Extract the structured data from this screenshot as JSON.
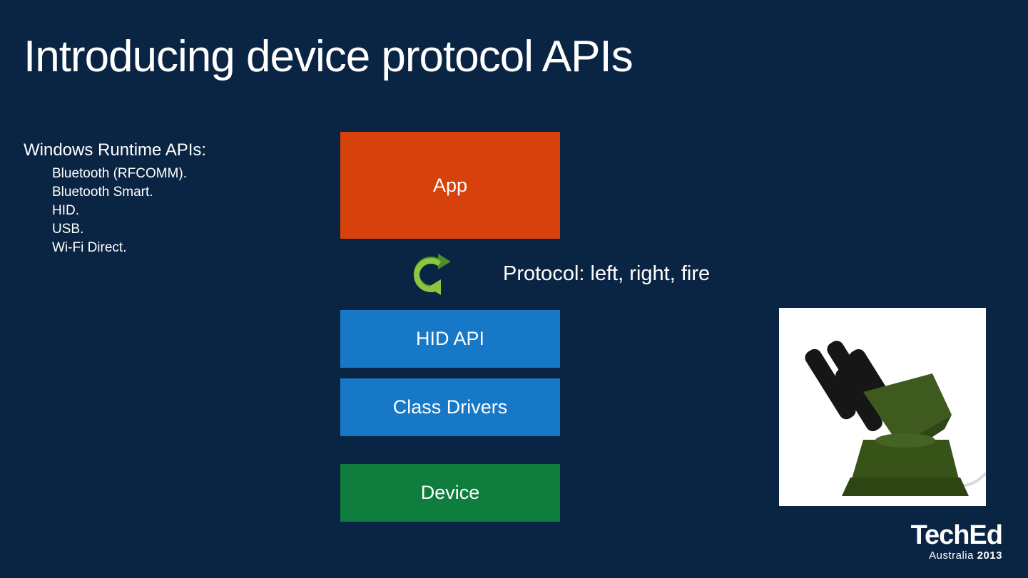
{
  "slide": {
    "title": "Introducing device protocol APIs"
  },
  "left_panel": {
    "heading": "Windows Runtime APIs:",
    "items": [
      "Bluetooth (RFCOMM).",
      "Bluetooth Smart.",
      "HID.",
      "USB.",
      "Wi-Fi Direct."
    ]
  },
  "diagram": {
    "app": {
      "label": "App",
      "color": "#d6410c"
    },
    "hid_api": {
      "label": "HID API",
      "color": "#1878c8"
    },
    "class_drivers": {
      "label": "Class Drivers",
      "color": "#1878c8"
    },
    "device": {
      "label": "Device",
      "color": "#0e7d3d"
    },
    "protocol_caption": "Protocol: left, right, fire",
    "sync_icon_colors": {
      "left_arrow": "#4e8c2e",
      "right_arrow": "#8cc63f"
    }
  },
  "image": {
    "description": "green toy missile launcher on white background"
  },
  "logo": {
    "brand": "TechEd",
    "region": "Australia",
    "year": "2013"
  },
  "colors": {
    "background": "#0a2544",
    "text": "#ffffff"
  }
}
